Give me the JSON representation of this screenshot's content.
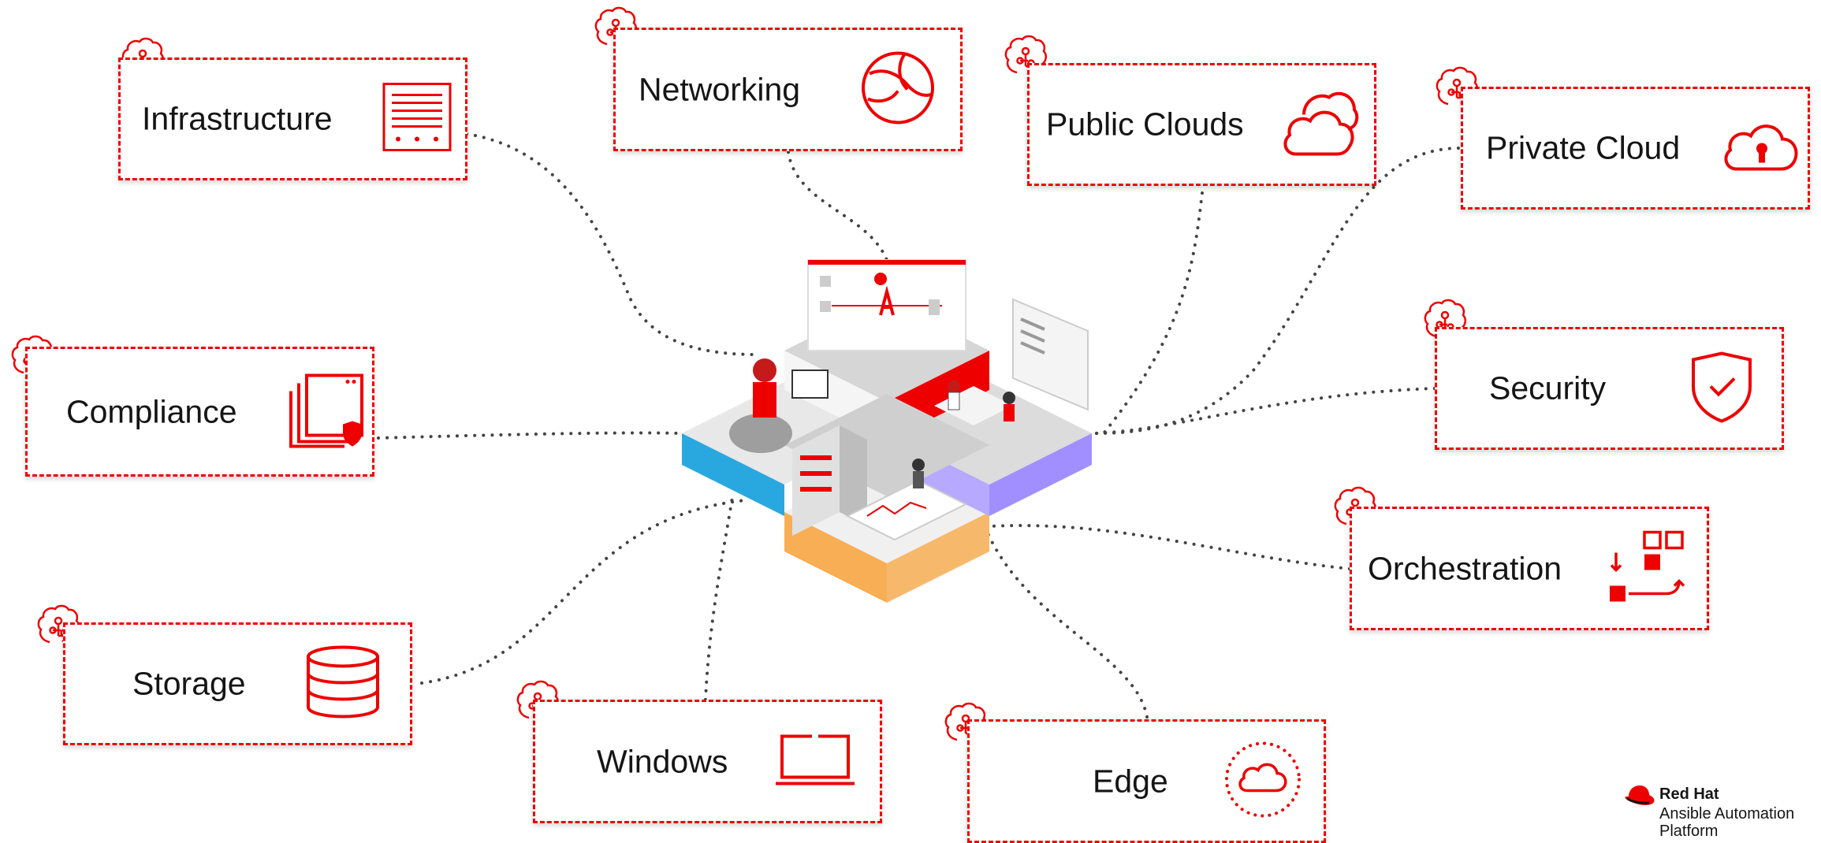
{
  "colors": {
    "accent": "#ee0000",
    "text": "#151515",
    "dots": "#444444"
  },
  "cards": [
    {
      "id": "infrastructure",
      "label": "Infrastructure",
      "icon": "server-rack-icon"
    },
    {
      "id": "networking",
      "label": "Networking",
      "icon": "globe-network-icon"
    },
    {
      "id": "public-clouds",
      "label": "Public Clouds",
      "icon": "clouds-icon"
    },
    {
      "id": "private-cloud",
      "label": "Private Cloud",
      "icon": "cloud-lock-icon"
    },
    {
      "id": "compliance",
      "label": "Compliance",
      "icon": "documents-shield-icon"
    },
    {
      "id": "security",
      "label": "Security",
      "icon": "shield-check-icon"
    },
    {
      "id": "orchestration",
      "label": "Orchestration",
      "icon": "orchestration-blocks-icon"
    },
    {
      "id": "storage",
      "label": "Storage",
      "icon": "database-icon"
    },
    {
      "id": "windows",
      "label": "Windows",
      "icon": "laptop-icon"
    },
    {
      "id": "edge",
      "label": "Edge",
      "icon": "cloud-dotted-circle-icon"
    }
  ],
  "logo": {
    "brand": "Red Hat",
    "product": "Ansible Automation Platform"
  }
}
